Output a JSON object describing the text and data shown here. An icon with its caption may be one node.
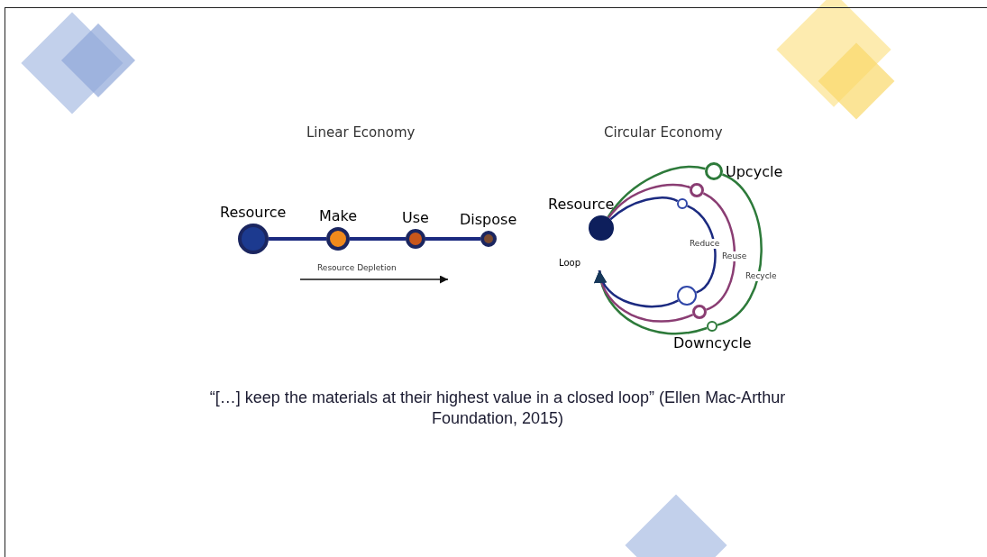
{
  "diagram": {
    "caption": "“[…] keep the materials at their highest value in a closed loop” (Ellen Mac-Arthur Foundation, 2015)",
    "nodes": [
      {
        "text": [
          "Resource"
        ]
      },
      {
        "text": [
          "Make"
        ]
      },
      {
        "text": [
          "Use"
        ]
      },
      {
        "text": [
          "Dispose"
        ]
      },
      {
        "text": [
          "Resource"
        ]
      },
      {
        "text": [
          "Upcycle"
        ]
      },
      {
        "text": [],
        "shape": "circle"
      },
      {
        "text": [],
        "shape": "circle"
      },
      {
        "text": [],
        "shape": "circle"
      },
      {
        "text": [],
        "shape": "circle"
      },
      {
        "text": [
          "Downcycle"
        ]
      },
      {
        "text": [
          "Loop"
        ]
      }
    ],
    "edges": [
      {
        "from": 0,
        "to": 1,
        "arrow": "none"
      },
      {
        "from": 1,
        "to": 2,
        "arrow": "none"
      },
      {
        "from": 2,
        "to": 3,
        "arrow": "none"
      },
      {
        "from": 4,
        "to": 5,
        "arrow": "none",
        "color": "#2d7a3a"
      },
      {
        "from": 5,
        "to": 10,
        "arrow": "none",
        "label": "Recycle",
        "color": "#2d7a3a"
      },
      {
        "from": 10,
        "to": 11,
        "arrow": "to",
        "color": "#2d7a3a"
      },
      {
        "from": 4,
        "to": 6,
        "arrow": "none",
        "color": "#8a3d73"
      },
      {
        "from": 6,
        "to": 9,
        "arrow": "none",
        "label": "Reuse",
        "color": "#8a3d73"
      },
      {
        "from": 9,
        "to": 11,
        "arrow": "to",
        "color": "#8a3d73"
      },
      {
        "from": 4,
        "to": 7,
        "arrow": "none"
      },
      {
        "from": 7,
        "to": 8,
        "arrow": "none",
        "label": "Reduce"
      },
      {
        "from": 8,
        "to": 11,
        "arrow": "to"
      }
    ],
    "labels": [
      "Linear Economy",
      "Circular Economy",
      "Resource Depletion"
    ]
  }
}
